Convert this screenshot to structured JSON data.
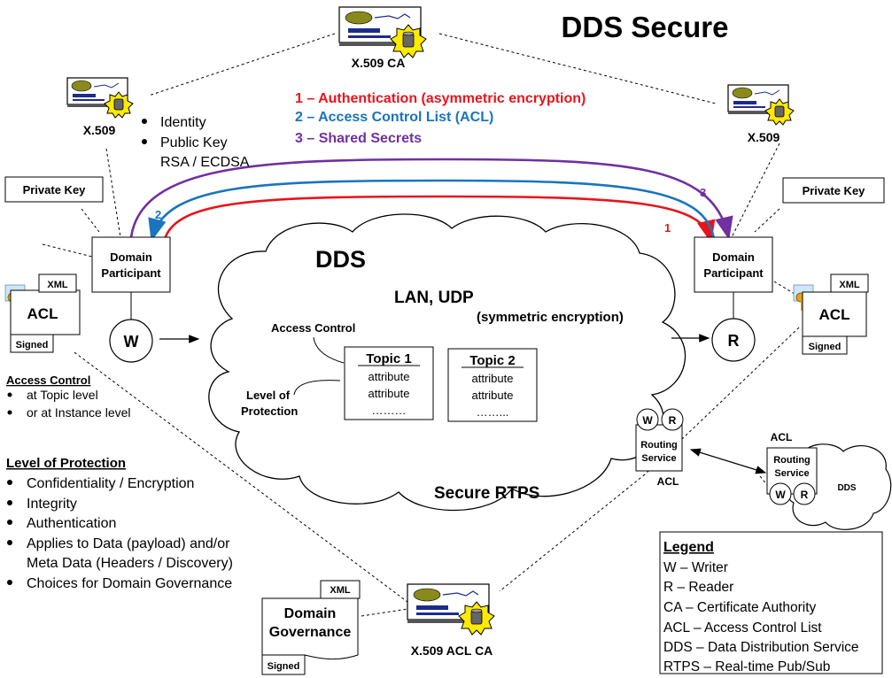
{
  "title": "DDS Secure",
  "certs": {
    "ca": "X.509 CA",
    "left": "X.509",
    "right": "X.509",
    "acl_ca": "X.509 ACL CA"
  },
  "identity_list": [
    "Identity",
    "Public Key"
  ],
  "identity_sub": "RSA / ECDSA",
  "steps": [
    {
      "label": "1 – Authentication (asymmetric encryption)",
      "color": "#e8141c",
      "num": "1"
    },
    {
      "label": "2 – Access Control List (ACL)",
      "color": "#1a74bd",
      "num": "2"
    },
    {
      "label": "3 – Shared Secrets",
      "color": "#7030a0",
      "num": "3"
    }
  ],
  "private_key": "Private Key",
  "participant": [
    "Domain",
    "Participant"
  ],
  "acl": {
    "tag": "XML",
    "label": "ACL",
    "signed": "Signed"
  },
  "writer": "W",
  "reader": "R",
  "cloud": {
    "title": "DDS",
    "lan": "LAN, UDP",
    "sym": "(symmetric encryption)",
    "access_control": "Access Control",
    "level": [
      "Level of",
      "Protection"
    ],
    "rtps": "Secure RTPS"
  },
  "topics": [
    {
      "name": "Topic 1",
      "attrs": [
        "attribute",
        "attribute",
        "………"
      ]
    },
    {
      "name": "Topic 2",
      "attrs": [
        "attribute",
        "attribute",
        "……..."
      ]
    }
  ],
  "access_control": {
    "heading": "Access Control",
    "items": [
      "at Topic level",
      "or at Instance level"
    ]
  },
  "protection": {
    "heading": "Level of Protection",
    "items": [
      "Confidentiality / Encryption",
      "Integrity",
      "Authentication",
      "Applies to Data (payload) and/or",
      "Choices for Domain Governance"
    ],
    "continued": "Meta Data (Headers / Discovery)"
  },
  "routing": {
    "label": [
      "Routing",
      "Service"
    ],
    "acl": "ACL",
    "dds": "DDS"
  },
  "governance": {
    "tag": "XML",
    "label": [
      "Domain",
      "Governance"
    ],
    "signed": "Signed"
  },
  "legend": {
    "heading": "Legend",
    "items": [
      "W – Writer",
      "R – Reader",
      "CA – Certificate Authority",
      "ACL – Access Control List",
      "DDS – Data Distribution Service",
      "RTPS – Real-time Pub/Sub"
    ]
  },
  "colors": {
    "gear": "#ffea00",
    "olive": "#8a8a1c",
    "navy": "#1c2b8c"
  }
}
